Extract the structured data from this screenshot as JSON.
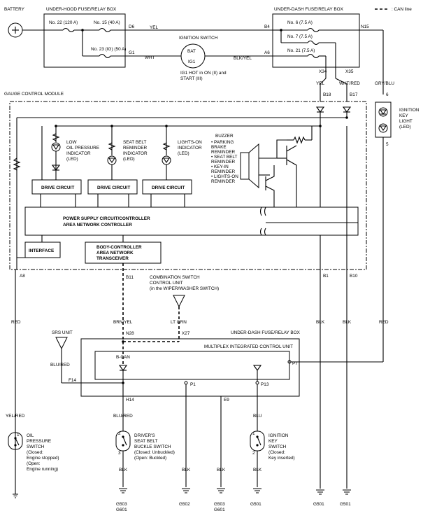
{
  "legend": {
    "can_line": ": CAN line"
  },
  "top": {
    "battery": "BATTERY",
    "under_hood_box": "UNDER-HOOD FUSE/RELAY BOX",
    "fuse_22": "No. 22 (120 A)",
    "fuse_15": "No. 15 (40 A)",
    "fuse_23": "No. 23 (IG) (50 A)",
    "pin_d6": "D6",
    "pin_g1": "G1",
    "wire_yel": "YEL",
    "wire_wht": "WHT",
    "ignition_switch": "IGNITION SWITCH",
    "bat": "BAT",
    "ig1": "IG1",
    "ig1_note_1": "IG1 HOT in ON (II) and",
    "ig1_note_2": "START (III)",
    "wire_blk_yel": "BLK/YEL",
    "under_dash_box": "UNDER-DASH FUSE/RELAY BOX",
    "pin_b4": "B4",
    "pin_a6": "A6",
    "fuse_6": "No. 6 (7.5 A)",
    "fuse_7": "No. 7 (7.5 A)",
    "fuse_21": "No. 21 (7.5 A)",
    "pin_n15": "N15",
    "pin_x34": "X34",
    "pin_x35": "X35"
  },
  "gauge": {
    "title": "GAUGE CONTROL MODULE",
    "wire_yel": "YEL",
    "wire_wht_red": "WHT/RED",
    "wire_gry_blu": "GRY/BLU",
    "pin_b18": "B18",
    "pin_b17": "B17",
    "pin_6": "6",
    "pin_5": "5",
    "ign_key_light": [
      "IGNITION",
      "KEY",
      "LIGHT",
      "(LED)"
    ],
    "low_oil": [
      "LOW",
      "OIL PRESSURE",
      "INDICATOR",
      "(LED)"
    ],
    "seat_belt": [
      "SEAT BELT",
      "REMINDER",
      "INDICATOR",
      "(LED)"
    ],
    "lights_on": [
      "LIGHTS-ON",
      "INDICATOR",
      "(LED)"
    ],
    "buzzer": "BUZZER",
    "buzzer_items": [
      "•  PARKING",
      "    BRAKE",
      "    REMINDER",
      "•  SEAT BELT",
      "    REMINDER",
      "•  KEY-IN",
      "    REMINDER",
      "•  LIGHTS-ON",
      "    REMINDER"
    ],
    "drive_circuit": "DRIVE CIRCUIT",
    "power_supply_1": "POWER SUPPLY CIRCUIT/CONTROLLER",
    "power_supply_2": "AREA NETWORK CONTROLLER",
    "interface": "INTERFACE",
    "body_ctrl": [
      "BODY-CONTROLLER",
      "AREA NETWORK",
      "TRANSCEIVER"
    ],
    "pin_a8": "A8",
    "pin_b11": "B11",
    "pin_b1": "B1",
    "pin_b10": "B10"
  },
  "middle": {
    "combo_switch": [
      "COMBINATION SWITCH",
      "CONTROL UNIT",
      "(in the WIPER/WASHER SWITCH)"
    ],
    "wire_red_left": "RED",
    "wire_brn_yel": "BRN/YEL",
    "wire_lt_grn": "LT GRN",
    "wire_blk_1": "BLK",
    "wire_blk_2": "BLK",
    "wire_red_right": "RED",
    "srs_unit": "SRS UNIT",
    "under_dash_box_2": "UNDER-DASH FUSE/RELAY BOX",
    "pin_n28": "N28",
    "pin_x27": "X27",
    "multiplex": "MULTIPLEX INTEGRATED CONTROL UNIT",
    "b_can": "B-CAN",
    "wire_blu_red": "BLU/RED",
    "pin_f14": "F14",
    "pin_p1": "P1",
    "pin_p13": "P13",
    "pin_p7": "P7",
    "pin_h14": "H14",
    "pin_e9": "E9"
  },
  "bottom": {
    "wire_yel_red": "YEL/RED",
    "wire_blu_red": "BLU/RED",
    "wire_blu": "BLU",
    "oil_switch": [
      "OIL",
      "PRESSURE",
      "SWITCH",
      "(Closed:",
      "Engine stopped)",
      "(Open:",
      "Engine running)"
    ],
    "seat_switch": [
      "DRIVER'S",
      "SEAT BELT",
      "BUCKLE SWITCH",
      "(Closed: Unbuckled)",
      "(Open: Buckled)"
    ],
    "ign_key_switch": [
      "IGNITION",
      "KEY",
      "SWITCH",
      "(Closed:",
      "Key inserted)"
    ],
    "pin_1a": "1",
    "pin_1b": "1",
    "pin_2": "2",
    "pin_3": "3",
    "pin_2b": "2",
    "blk_labels": [
      "BLK",
      "BLK",
      "BLK",
      "BLK"
    ],
    "grounds": [
      "G503",
      "G601",
      "G502",
      "G503",
      "G601",
      "G501",
      "G501",
      "G501"
    ]
  }
}
